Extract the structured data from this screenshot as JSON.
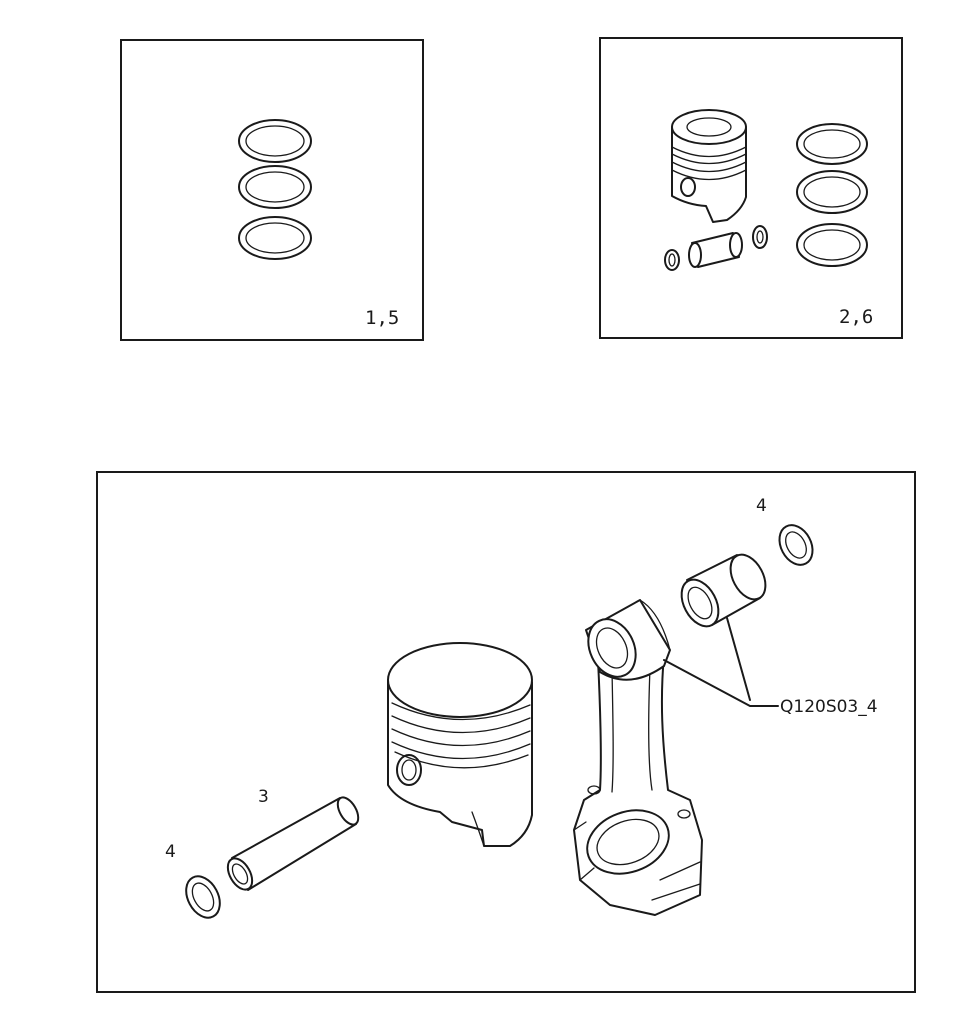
{
  "panels": {
    "rings_only": {
      "label": "1,5"
    },
    "piston_kit": {
      "label": "2,6"
    },
    "assembly": {
      "callouts": {
        "snap_ring_right": "4",
        "piston_pin": "3",
        "snap_ring_left": "4",
        "reference_code": "Q120S03_4"
      }
    }
  }
}
